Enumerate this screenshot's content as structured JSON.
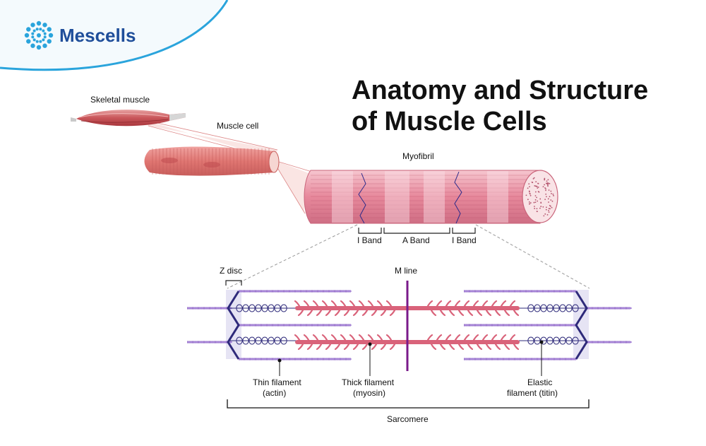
{
  "brand": {
    "name": "Mescells",
    "accent_color": "#2aa4dc",
    "text_color": "#1f4e9a",
    "icon": "cells-logo-icon"
  },
  "title": {
    "line1": "Anatomy and Structure",
    "line2": "of Muscle Cells"
  },
  "labels": {
    "skeletal_muscle": "Skeletal muscle",
    "muscle_cell": "Muscle cell",
    "myofibril": "Myofibril",
    "i_band_left": "I Band",
    "a_band": "A Band",
    "i_band_right": "I Band",
    "z_disc": "Z disc",
    "m_line": "M line",
    "thin_filament": [
      "Thin filament",
      "(actin)"
    ],
    "thick_filament": [
      "Thick filament",
      "(myosin)"
    ],
    "elastic_filament": [
      "Elastic",
      "filament (titin)"
    ],
    "sarcomere": "Sarcomere"
  },
  "colors": {
    "muscle": "#d7787a",
    "myosin": "#d9637a",
    "actin": "#8b5fc0",
    "z_disc": "#2e2a7a",
    "m_line": "#7a1a8a"
  }
}
